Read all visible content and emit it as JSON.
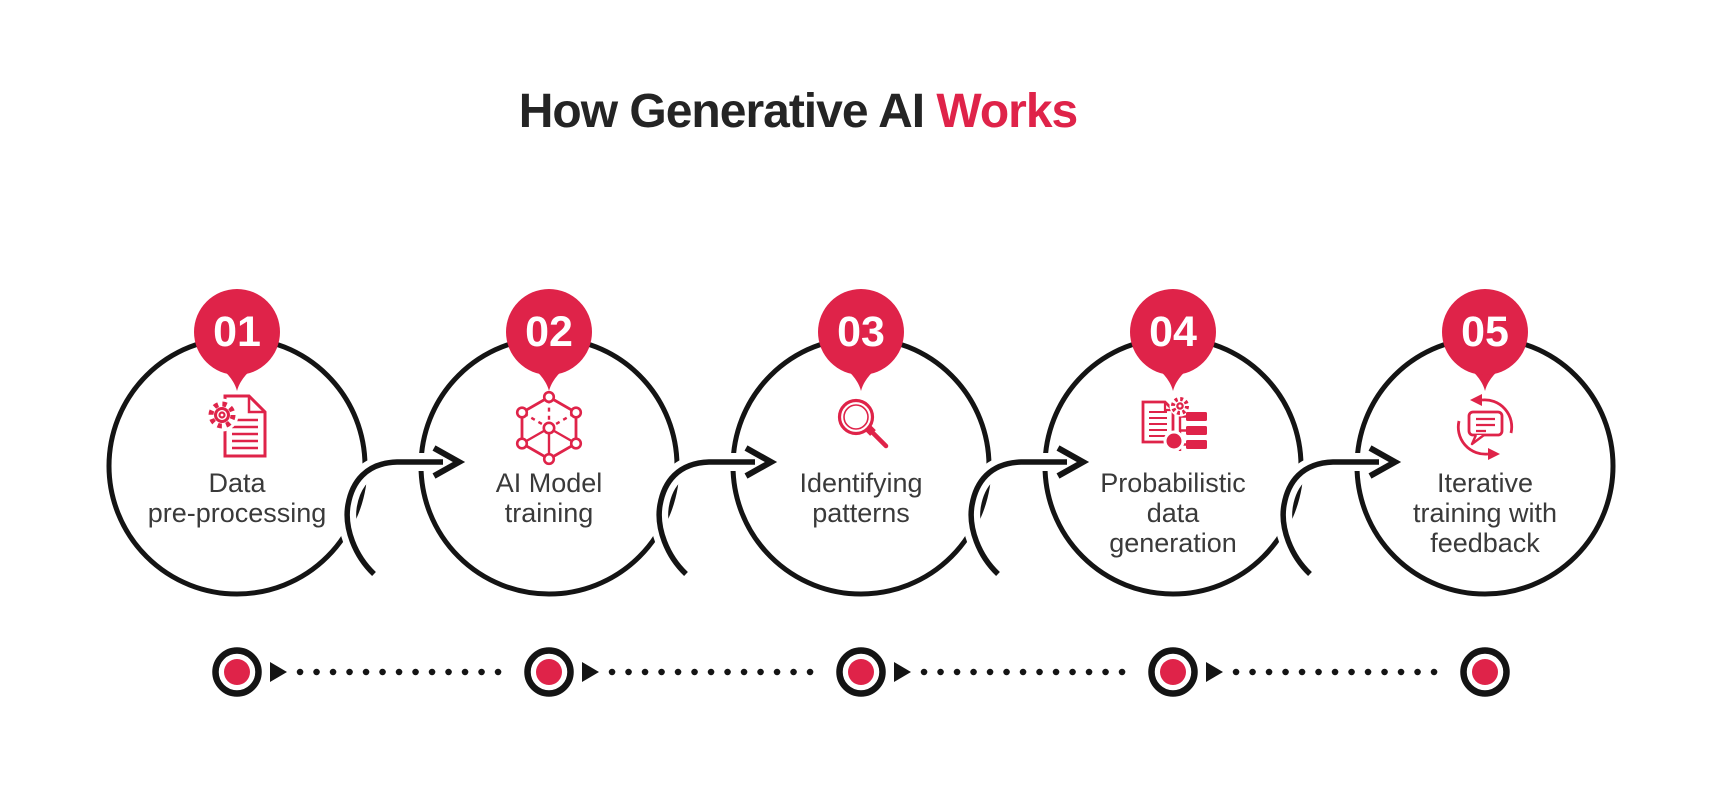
{
  "title": {
    "prefix": "How Generative AI ",
    "highlight": "Works"
  },
  "colors": {
    "accent": "#DF2349",
    "line": "#141414",
    "label_text": "#3A3A3A",
    "title_text": "#242424",
    "badge_text": "#ffffff"
  },
  "steps": [
    {
      "number": "01",
      "label": "Data\npre-processing",
      "icon": "data-preprocessing-icon"
    },
    {
      "number": "02",
      "label": "AI Model\ntraining",
      "icon": "ai-model-training-icon"
    },
    {
      "number": "03",
      "label": "Identifying\npatterns",
      "icon": "identifying-patterns-icon"
    },
    {
      "number": "04",
      "label": "Probabilistic\ndata\ngeneration",
      "icon": "probabilistic-data-generation-icon"
    },
    {
      "number": "05",
      "label": "Iterative\ntraining with\nfeedback",
      "icon": "iterative-training-feedback-icon"
    }
  ]
}
